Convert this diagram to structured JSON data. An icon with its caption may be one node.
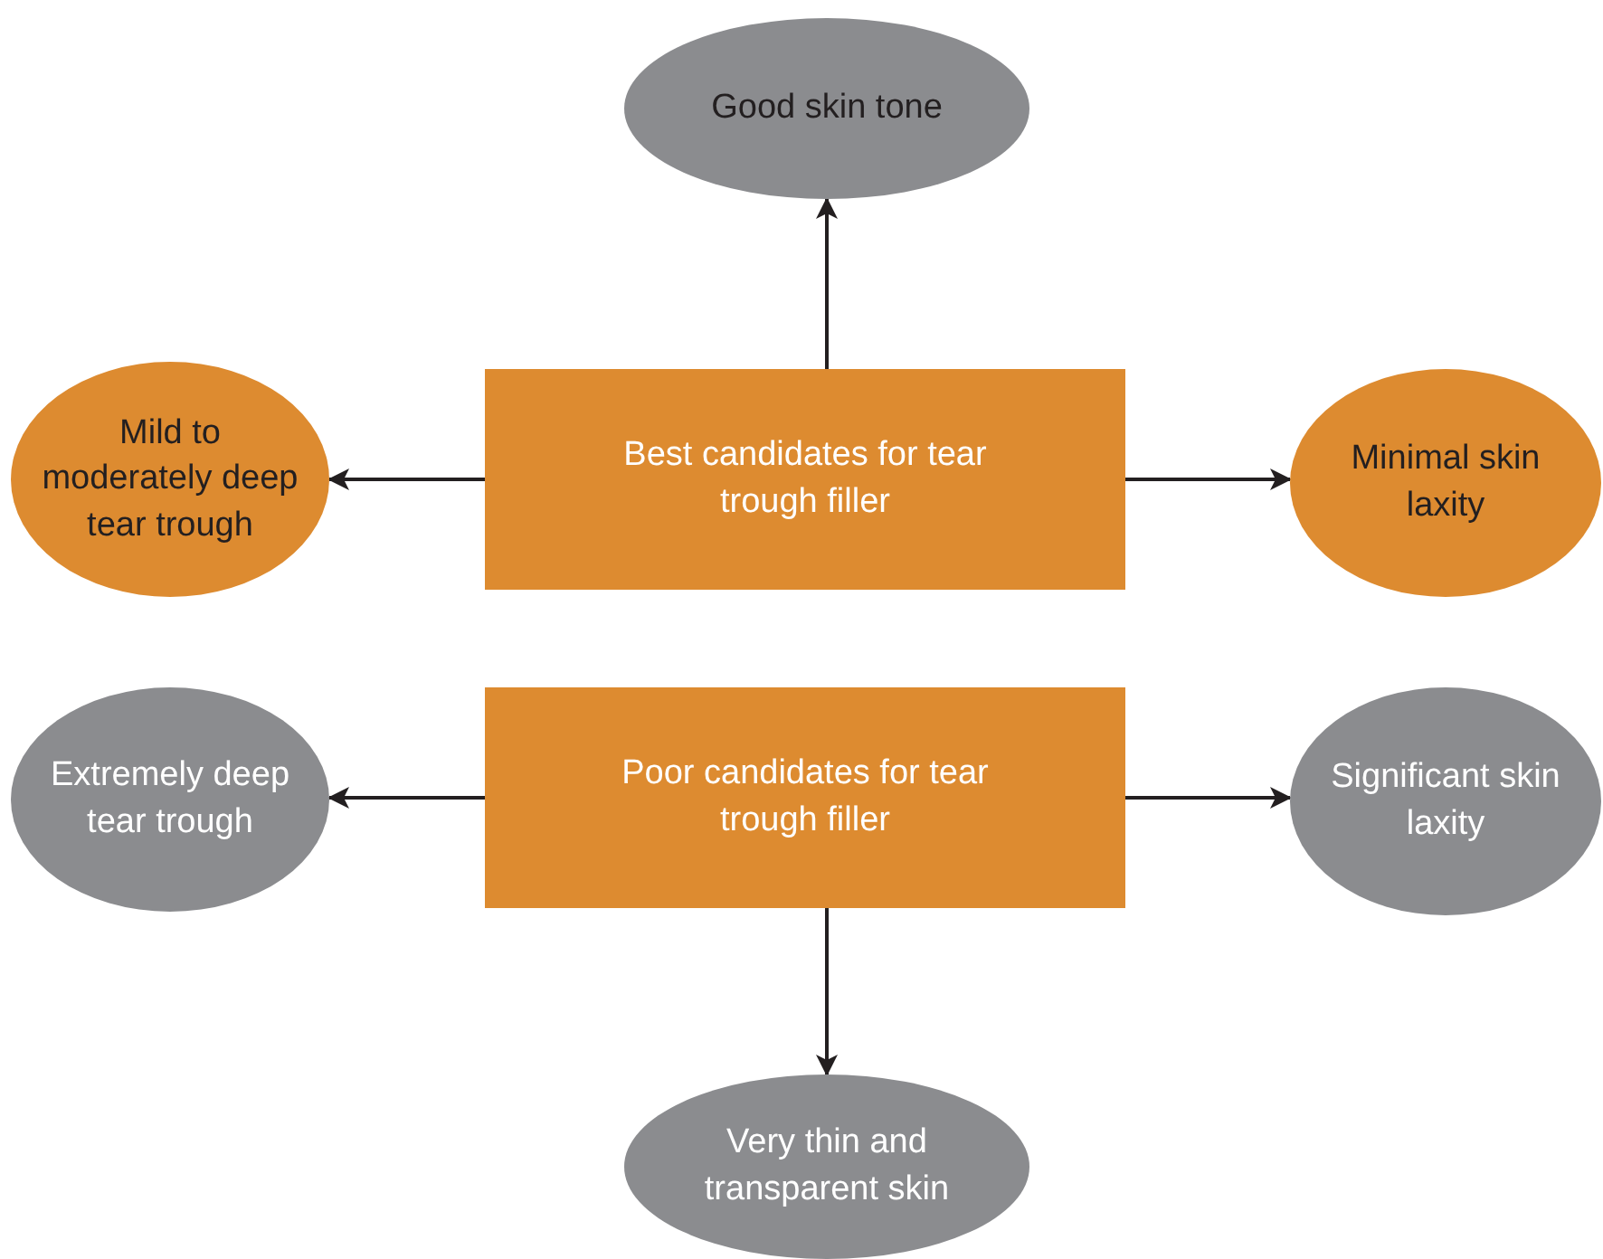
{
  "diagram": {
    "nodes": [
      {
        "text": [
          "Best candidates for tear trough filler"
        ]
      },
      {
        "text": [
          "Good skin tone"
        ]
      },
      {
        "text": [
          "Mild to moderately deep tear trough"
        ]
      },
      {
        "text": [
          "Minimal skin laxity"
        ]
      },
      {
        "text": [
          "Poor candidates for tear trough filler"
        ]
      },
      {
        "text": [
          "Extremely deep tear trough"
        ]
      },
      {
        "text": [
          "Significant skin laxity"
        ]
      },
      {
        "text": [
          "Very thin and transparent skin"
        ]
      }
    ],
    "edges": [
      {
        "from": 0,
        "to": 1,
        "arrow": "to"
      },
      {
        "from": 0,
        "to": 2,
        "arrow": "to"
      },
      {
        "from": 0,
        "to": 3,
        "arrow": "to"
      },
      {
        "from": 4,
        "to": 5,
        "arrow": "to"
      },
      {
        "from": 4,
        "to": 6,
        "arrow": "to"
      },
      {
        "from": 4,
        "to": 7,
        "arrow": "to"
      }
    ]
  }
}
